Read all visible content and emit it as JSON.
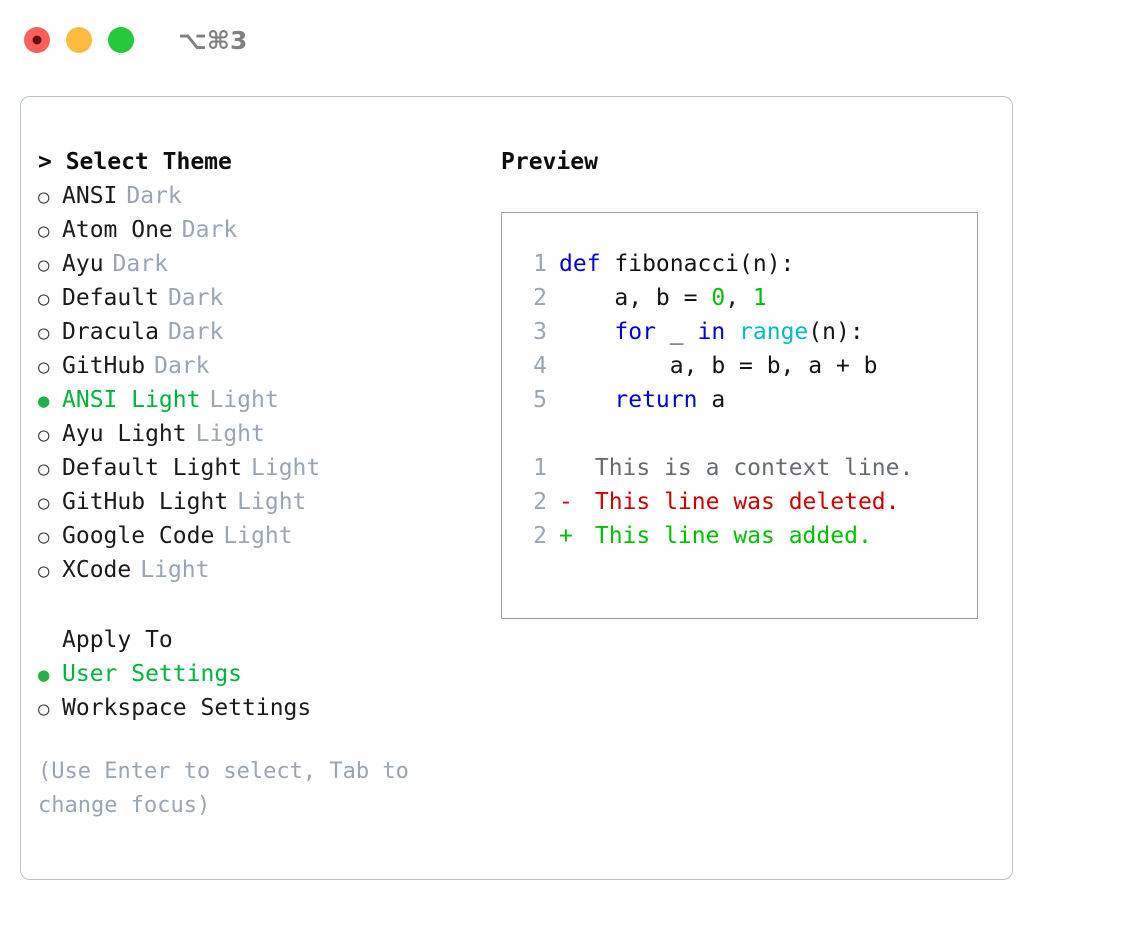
{
  "window": {
    "title": "⌥⌘3",
    "traffic_lights": [
      "close-recording",
      "minimize",
      "maximize"
    ]
  },
  "theme_selector": {
    "heading": "> Select Theme",
    "caret": ">",
    "heading_label": "Select Theme",
    "bullet_selected": "●",
    "bullet_unselected": "○",
    "items": [
      {
        "label": "ANSI",
        "tag": "Dark",
        "selected": false
      },
      {
        "label": "Atom One",
        "tag": "Dark",
        "selected": false
      },
      {
        "label": "Ayu",
        "tag": "Dark",
        "selected": false
      },
      {
        "label": "Default",
        "tag": "Dark",
        "selected": false
      },
      {
        "label": "Dracula",
        "tag": "Dark",
        "selected": false
      },
      {
        "label": "GitHub",
        "tag": "Dark",
        "selected": false
      },
      {
        "label": "ANSI Light",
        "tag": "Light",
        "selected": true
      },
      {
        "label": "Ayu Light",
        "tag": "Light",
        "selected": false
      },
      {
        "label": "Default Light",
        "tag": "Light",
        "selected": false
      },
      {
        "label": "GitHub Light",
        "tag": "Light",
        "selected": false
      },
      {
        "label": "Google Code",
        "tag": "Light",
        "selected": false
      },
      {
        "label": "XCode",
        "tag": "Light",
        "selected": false
      }
    ]
  },
  "apply_to": {
    "heading": "Apply To",
    "items": [
      {
        "label": "User Settings",
        "selected": true
      },
      {
        "label": "Workspace Settings",
        "selected": false
      }
    ]
  },
  "hint": "(Use Enter to select, Tab to change focus)",
  "preview": {
    "title": "Preview",
    "code": [
      {
        "num": "1",
        "tokens": [
          {
            "t": "def",
            "c": "kw"
          },
          {
            "t": " fibonacci(n):",
            "c": "def"
          }
        ]
      },
      {
        "num": "2",
        "tokens": [
          {
            "t": "    a, b = ",
            "c": "def"
          },
          {
            "t": "0",
            "c": "num"
          },
          {
            "t": ", ",
            "c": "def"
          },
          {
            "t": "1",
            "c": "num"
          }
        ]
      },
      {
        "num": "3",
        "tokens": [
          {
            "t": "    ",
            "c": "def"
          },
          {
            "t": "for",
            "c": "kw"
          },
          {
            "t": " _ ",
            "c": "def"
          },
          {
            "t": "in",
            "c": "kw"
          },
          {
            "t": " ",
            "c": "def"
          },
          {
            "t": "range",
            "c": "fn"
          },
          {
            "t": "(n):",
            "c": "def"
          }
        ]
      },
      {
        "num": "4",
        "tokens": [
          {
            "t": "        a, b = b, a + b",
            "c": "def"
          }
        ]
      },
      {
        "num": "5",
        "tokens": [
          {
            "t": "    ",
            "c": "def"
          },
          {
            "t": "return",
            "c": "kw"
          },
          {
            "t": " a",
            "c": "def"
          }
        ]
      }
    ],
    "diff": [
      {
        "num": "1",
        "sign": " ",
        "text": " This is a context line.",
        "kind": "ctx"
      },
      {
        "num": "2",
        "sign": "-",
        "text": " This line was deleted.",
        "kind": "del"
      },
      {
        "num": "2",
        "sign": "+",
        "text": " This line was added.",
        "kind": "add"
      }
    ]
  },
  "colors": {
    "selected_green": "#00b33c",
    "bullet_green": "#22b04a",
    "tag_gray": "#9aa5b4",
    "keyword_blue": "#0000d4",
    "function_cyan": "#00bcc4",
    "number_green": "#00c000",
    "diff_delete_red": "#cc0000",
    "diff_add_green": "#00c000",
    "border_gray": "#b8bfc9",
    "preview_border": "#94a0b0"
  }
}
